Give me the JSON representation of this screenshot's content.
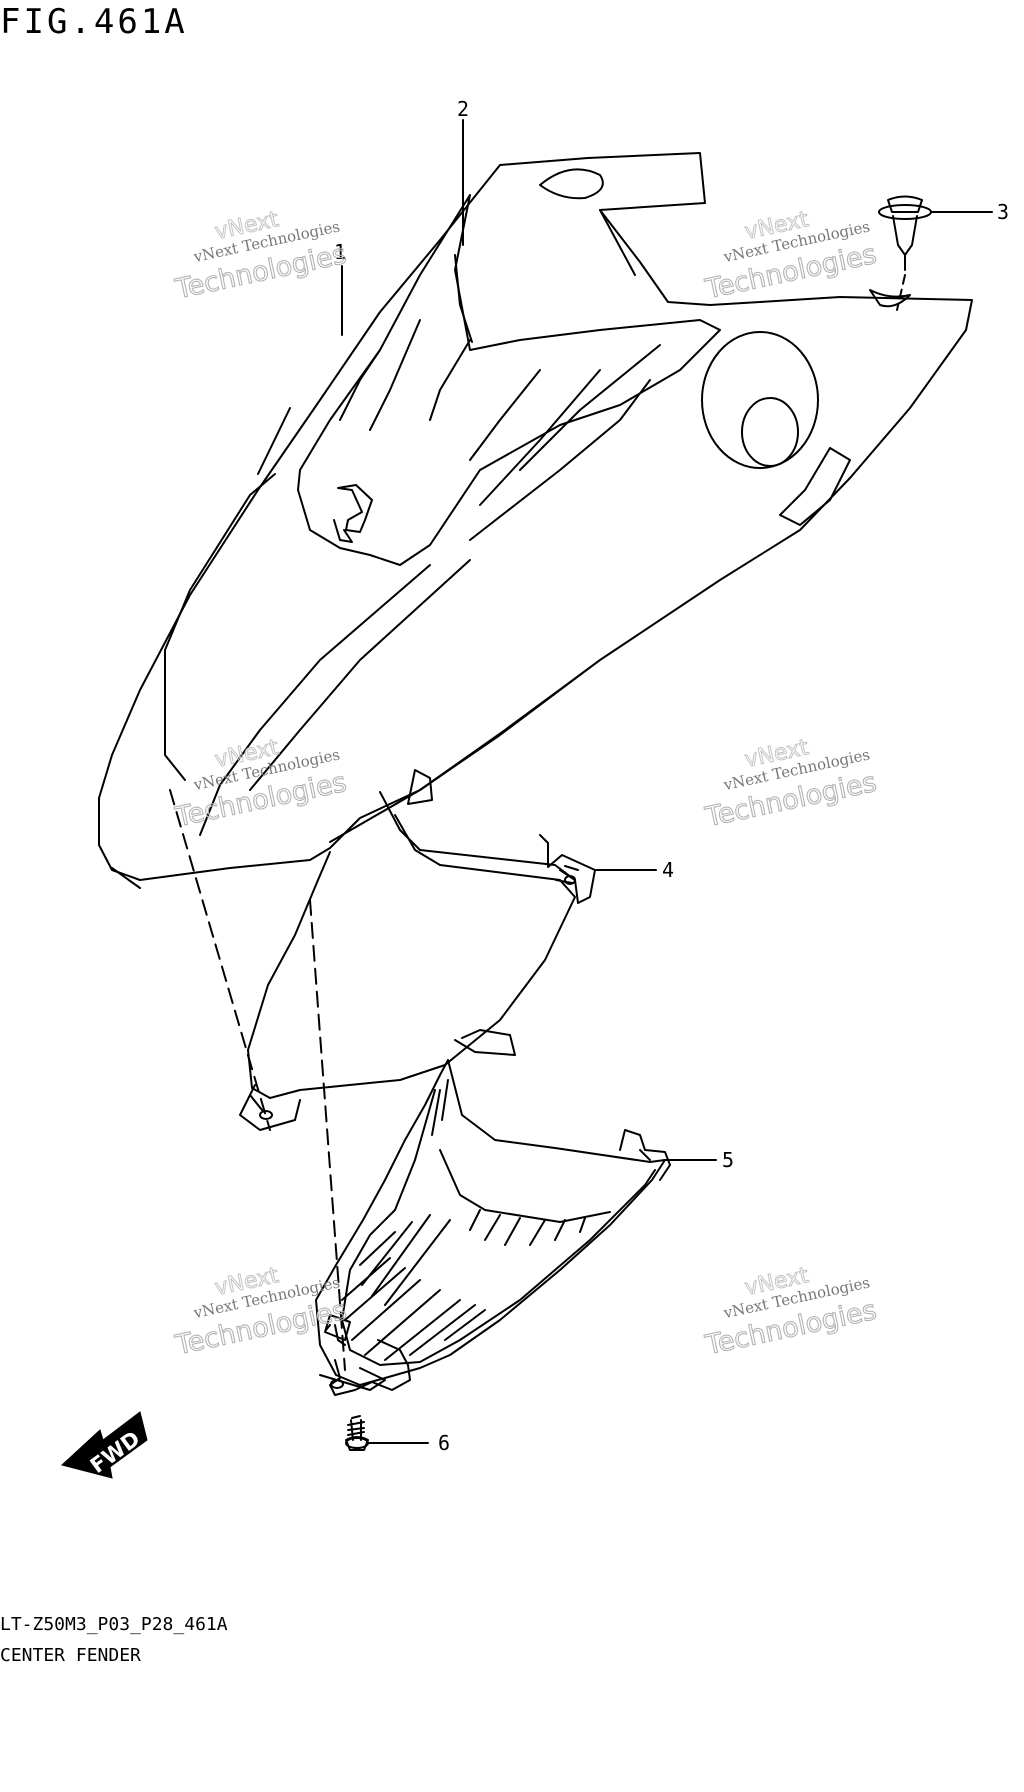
{
  "figure": {
    "title": "FIG.461A"
  },
  "parts": [
    {
      "number": "1"
    },
    {
      "number": "2"
    },
    {
      "number": "3"
    },
    {
      "number": "4"
    },
    {
      "number": "5"
    },
    {
      "number": "6"
    }
  ],
  "watermark": {
    "line1": "vNext Technologies",
    "line2": "vNext",
    "line3": "Technologies"
  },
  "fwd_arrow": {
    "label": "FWD"
  },
  "footer": {
    "code": "LT-Z50M3_P03_P28_461A",
    "name": "CENTER FENDER"
  }
}
